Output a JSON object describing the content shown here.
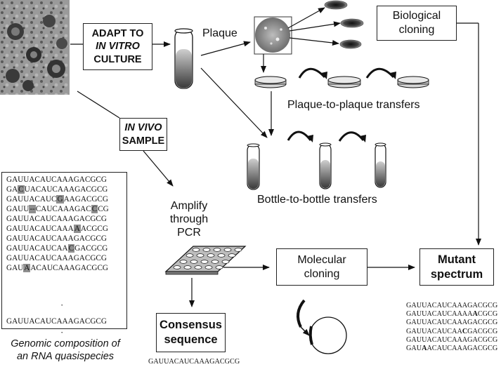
{
  "boxes": {
    "adapt": {
      "line1": "ADAPT TO",
      "line2": "IN VITRO",
      "line3": "CULTURE"
    },
    "invivo": {
      "line1": "IN VIVO",
      "line2": "SAMPLE"
    },
    "biological": {
      "line1": "Biological",
      "line2": "cloning"
    },
    "molecular": {
      "line1": "Molecular",
      "line2": "cloning"
    },
    "mutant": {
      "line1": "Mutant",
      "line2": "spectrum"
    },
    "consensus": {
      "line1": "Consensus",
      "line2": "sequence"
    }
  },
  "labels": {
    "plaque": "Plaque",
    "plaque_transfers": "Plaque-to-plaque transfers",
    "bottle_transfers": "Bottle-to-bottle transfers",
    "amplify1": "Amplify",
    "amplify2": "through",
    "amplify3": "PCR"
  },
  "quasispecies": {
    "rows": [
      {
        "pre": "GAUUACAUCAAAGACGCG",
        "mut": "",
        "post": ""
      },
      {
        "pre": "GA",
        "mut": "C",
        "post": "UACAUCAAAGACGCG"
      },
      {
        "pre": "GAUUACAUC",
        "mut": "G",
        "post": "AAGACGCG"
      },
      {
        "pre": "GAUU",
        "mut": "--",
        "post": "CAUCAAAGAC",
        "mut2": "C",
        "post2": "CG"
      },
      {
        "pre": "GAUUACAUCAAAGACGCG",
        "mut": "",
        "post": ""
      },
      {
        "pre": "GAUUACAUCAAA",
        "mut": "A",
        "post": "ACGCG"
      },
      {
        "pre": "GAUUACAUCAAAGACGCG",
        "mut": "",
        "post": ""
      },
      {
        "pre": "GAUUACAUCAA",
        "mut": "C",
        "post": "GACGCG"
      },
      {
        "pre": "GAUUACAUCAAAGACGCG",
        "mut": "",
        "post": ""
      },
      {
        "pre": "GAU",
        "mut": "A",
        "post": "ACAUCAAAGACGCG"
      }
    ],
    "dots": [
      "·",
      "·",
      "·"
    ],
    "last": "GAUUACAUCAAAGACGCG",
    "caption1": "Genomic composition of",
    "caption2": "an RNA quasispecies"
  },
  "consensus_seq": "GAUUACAUCAAAGACGCG",
  "mutant_seqs": [
    {
      "pre": "GAUUACAUCAAAGACGCG",
      "mut": "",
      "post": ""
    },
    {
      "pre": "GAUUACAUCAAAA",
      "mut": "A",
      "post": "CGCG"
    },
    {
      "pre": "GAUUACAUCAAAGACGCG",
      "mut": "",
      "post": ""
    },
    {
      "pre": "GAUUACAUCAA",
      "mut": "C",
      "post": "GACGCG"
    },
    {
      "pre": "GAUUACAUCAAAGACGCG",
      "mut": "",
      "post": ""
    },
    {
      "pre": "GAU",
      "mut": "A",
      "post": "ACAUCAAAGACGCG"
    }
  ]
}
